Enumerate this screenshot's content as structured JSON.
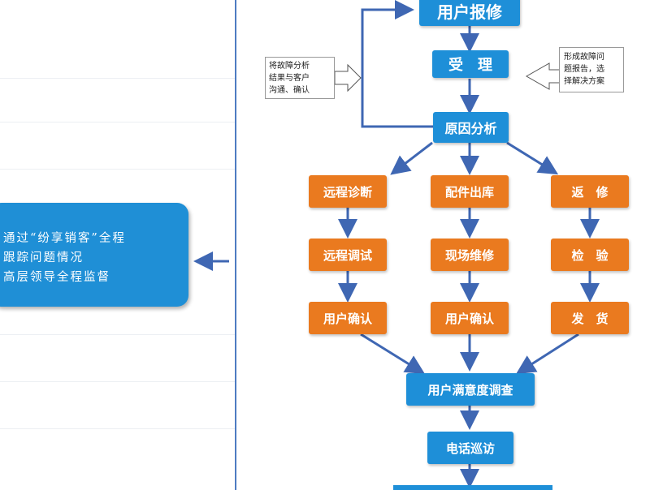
{
  "info_box": {
    "lines": [
      "通过“纷享销客”全程",
      "跟踪问题情况",
      "高层领导全程监督"
    ]
  },
  "flow": {
    "report": "用户报修",
    "accept": "受　理",
    "analysis": "原因分析",
    "branches": [
      {
        "step1": "远程诊断",
        "step2": "远程调试",
        "step3": "用户确认"
      },
      {
        "step1": "配件出库",
        "step2": "现场维修",
        "step3": "用户确认"
      },
      {
        "step1": "返　修",
        "step2": "检　验",
        "step3": "发　货"
      }
    ],
    "survey": "用户满意度调查",
    "callback": "电话巡访"
  },
  "notes": {
    "left": [
      "将故障分析",
      "结果与客户",
      "沟通、确认"
    ],
    "right": [
      "形成故障问",
      "题报告，选",
      "择解决方案"
    ]
  },
  "colors": {
    "blue_node": "#1e8fd8",
    "orange_node": "#ea7a1f",
    "arrow": "#3f67b3",
    "divider": "#4e7cc2"
  }
}
